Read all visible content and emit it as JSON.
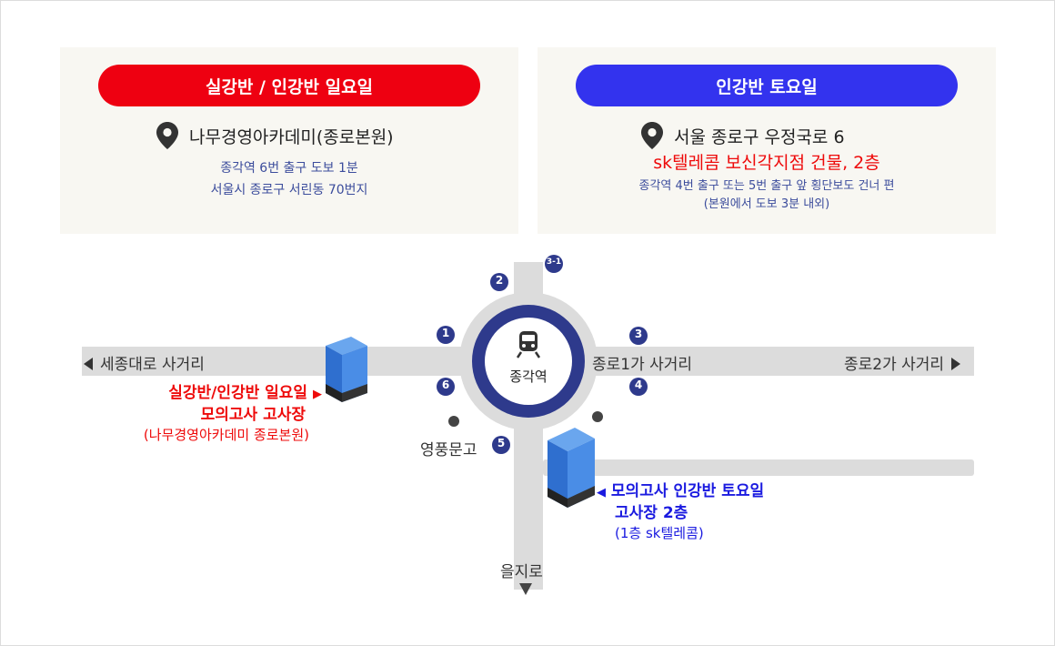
{
  "sunday": {
    "title": "실강반 / 인강반 일요일",
    "location": "나무경영아카데미(종로본원)",
    "lines": [
      "종각역 6번 출구 도보 1분",
      "서울시 종로구 서린동 70번지"
    ]
  },
  "saturday": {
    "title": "인강반 토요일",
    "location": "서울 종로구 우정국로 6",
    "highlight": "sk텔레콤 보신각지점 건물, 2층",
    "lines": [
      "종각역 4번 출구 또는 5번 출구 앞 횡단보도 건너 편",
      "(본원에서 도보 3분 내외)"
    ]
  },
  "map": {
    "station": "종각역",
    "exits": [
      "1",
      "2",
      "3-1",
      "3",
      "4",
      "5",
      "6"
    ],
    "roads": {
      "west": "세종대로 사거리",
      "east_near": "종로1가 사거리",
      "east_far": "종로2가 사거리",
      "south": "을지로",
      "landmark": "영풍문고"
    },
    "venue_sunday": {
      "line1": "실강반/인강반 일요일",
      "line2": "모의고사 고사장",
      "note": "(나무경영아카데미 종로본원)"
    },
    "venue_saturday": {
      "line1": "모의고사 인강반 토요일",
      "line2": "고사장 2층",
      "note": "(1층 sk텔레콤)"
    }
  },
  "colors": {
    "sunday_accent": "#ee0011",
    "saturday_accent": "#3333ee",
    "station_ring": "#2e3a8c",
    "road": "#dcdcdc"
  }
}
